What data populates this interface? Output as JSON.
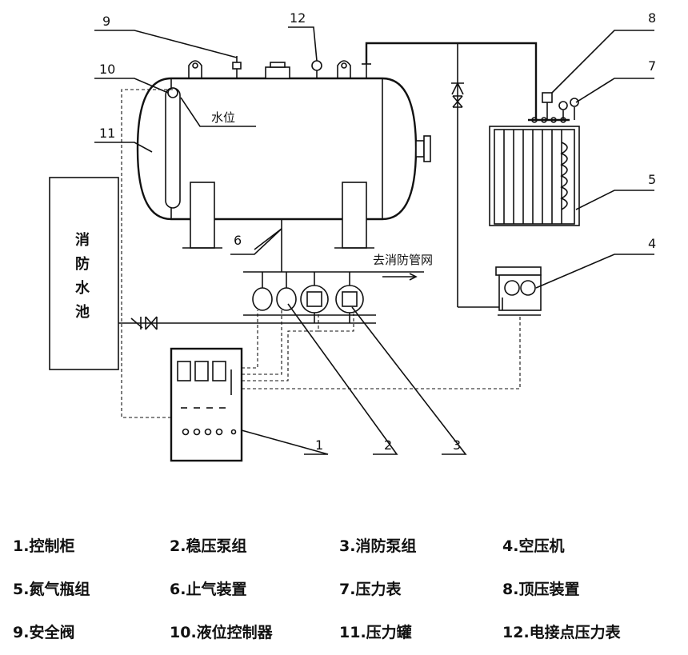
{
  "diagram": {
    "callouts": [
      "1",
      "2",
      "3",
      "4",
      "5",
      "6",
      "7",
      "8",
      "9",
      "10",
      "11",
      "12"
    ],
    "water_level_label": "水位",
    "pool_label": [
      "消",
      "防",
      "水",
      "池"
    ],
    "to_network_label": "去消防管网"
  },
  "legend": [
    [
      "1.控制柜",
      "2.稳压泵组",
      "3.消防泵组",
      "4.空压机"
    ],
    [
      "5.氮气瓶组",
      "6.止气装置",
      "7.压力表",
      "8.顶压装置"
    ],
    [
      "9.安全阀",
      "10.液位控制器",
      "11.压力罐",
      "12.电接点压力表"
    ]
  ]
}
